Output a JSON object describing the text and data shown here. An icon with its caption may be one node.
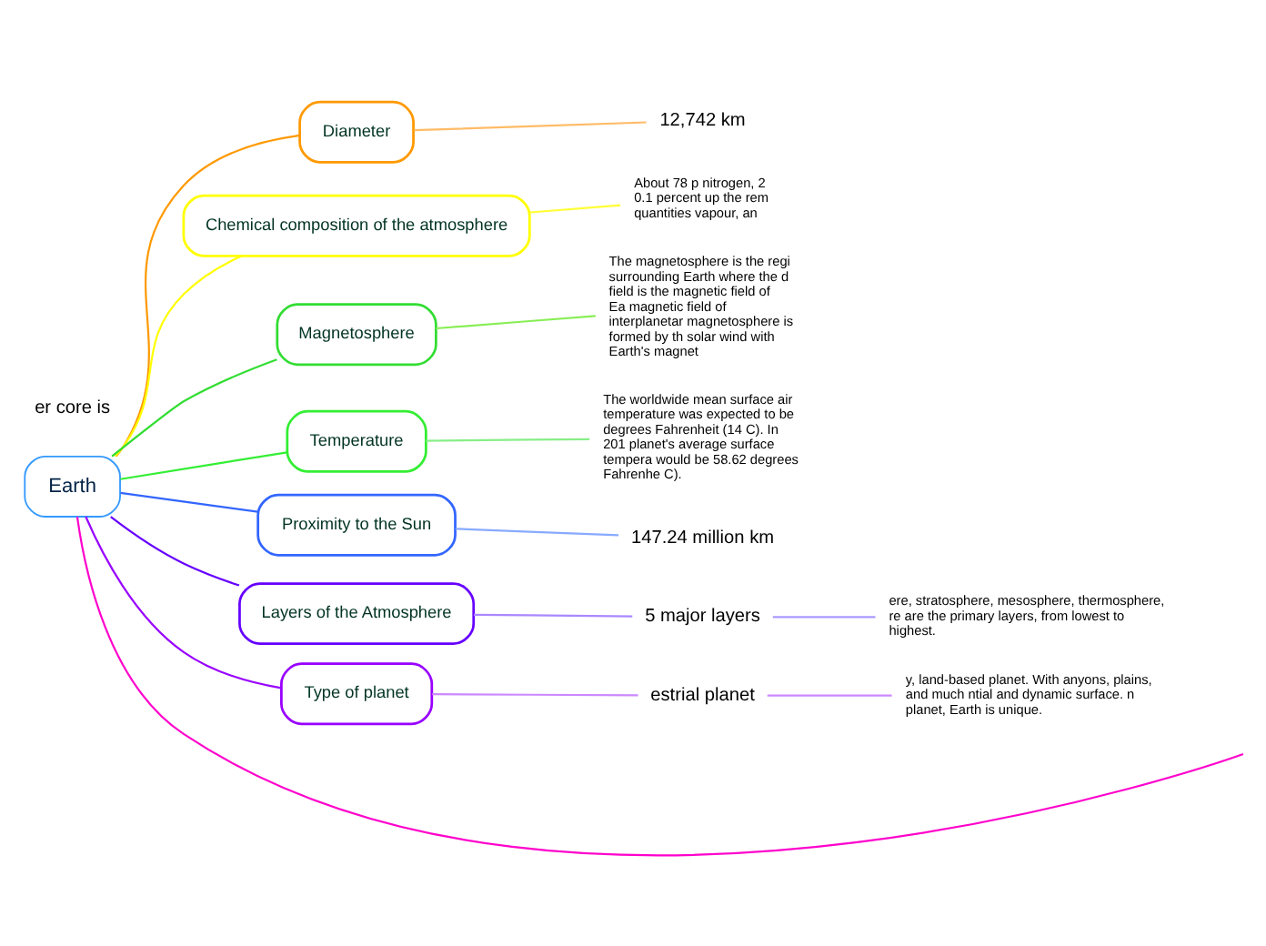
{
  "diagram": {
    "nodes": [
      {
        "text": [
          "Earth"
        ]
      },
      {
        "text": [
          "Diameter"
        ]
      },
      {
        "text": [
          "12,742 km"
        ]
      },
      {
        "text": [
          "Chemical composition of the atmosphere"
        ]
      },
      {
        "text": [
          "About 78 p nitrogen, 2 0.1 percent up the rem quantities vapour, an"
        ]
      },
      {
        "text": [
          "Magnetosphere"
        ]
      },
      {
        "text": [
          "The magnetosphere is the regi surrounding Earth where the d field is the magnetic field of Ea magnetic field of interplanetar magnetosphere is formed by th solar wind with Earth's magnet"
        ]
      },
      {
        "text": [
          "Temperature"
        ]
      },
      {
        "text": [
          "The worldwide mean surface air temperature was expected to be degrees Fahrenheit (14 C). In 201 planet's average surface tempera would be 58.62 degrees Fahrenhe C)."
        ]
      },
      {
        "text": [
          "Proximity to the Sun"
        ]
      },
      {
        "text": [
          "147.24 million km"
        ]
      },
      {
        "text": [
          "Layers of the Atmosphere"
        ]
      },
      {
        "text": [
          "5 major layers"
        ]
      },
      {
        "text": [
          "ere, stratosphere, mesosphere, thermosphere, re are the primary layers, from lowest to highest."
        ]
      },
      {
        "text": [
          "Type of planet"
        ]
      },
      {
        "text": [
          "estrial planet"
        ]
      },
      {
        "text": [
          "y, land-based planet. With anyons, plains, and much ntial and dynamic surface. n planet, Earth is unique."
        ]
      }
    ],
    "edges": [
      {
        "from": 0,
        "to": 1,
        "arrow": "none",
        "color": "#ff9900"
      },
      {
        "from": 1,
        "to": 2,
        "arrow": "none",
        "color": "#ffbb66"
      },
      {
        "from": 0,
        "to": 3,
        "arrow": "none",
        "color": "#ffff00"
      },
      {
        "from": 3,
        "to": 4,
        "arrow": "none",
        "color": "#ffff33"
      },
      {
        "from": 0,
        "to": 5,
        "arrow": "none",
        "color": "#33dd33"
      },
      {
        "from": 5,
        "to": 6,
        "arrow": "none",
        "color": "#88ee55"
      },
      {
        "from": 0,
        "to": 7,
        "arrow": "none",
        "color": "#33ee33"
      },
      {
        "from": 7,
        "to": 8,
        "arrow": "none",
        "color": "#88ee88"
      },
      {
        "from": 0,
        "to": 9,
        "arrow": "none",
        "color": "#3366ff"
      },
      {
        "from": 9,
        "to": 10,
        "arrow": "none",
        "color": "#88aaff"
      },
      {
        "from": 0,
        "to": 11,
        "arrow": "none",
        "color": "#6600ff"
      },
      {
        "from": 11,
        "to": 12,
        "arrow": "none",
        "color": "#aa88ff"
      },
      {
        "from": 12,
        "to": 13,
        "arrow": "none",
        "color": "#aa99ff"
      },
      {
        "from": 0,
        "to": 14,
        "arrow": "none",
        "color": "#9900ff"
      },
      {
        "from": 14,
        "to": 15,
        "arrow": "none",
        "color": "#cc88ff"
      },
      {
        "from": 15,
        "to": 16,
        "arrow": "none",
        "color": "#cc88ff"
      },
      {
        "from": 0,
        "to": null,
        "arrow": "none",
        "color": "#ff00cc"
      }
    ],
    "labels": [
      "er core is"
    ]
  }
}
